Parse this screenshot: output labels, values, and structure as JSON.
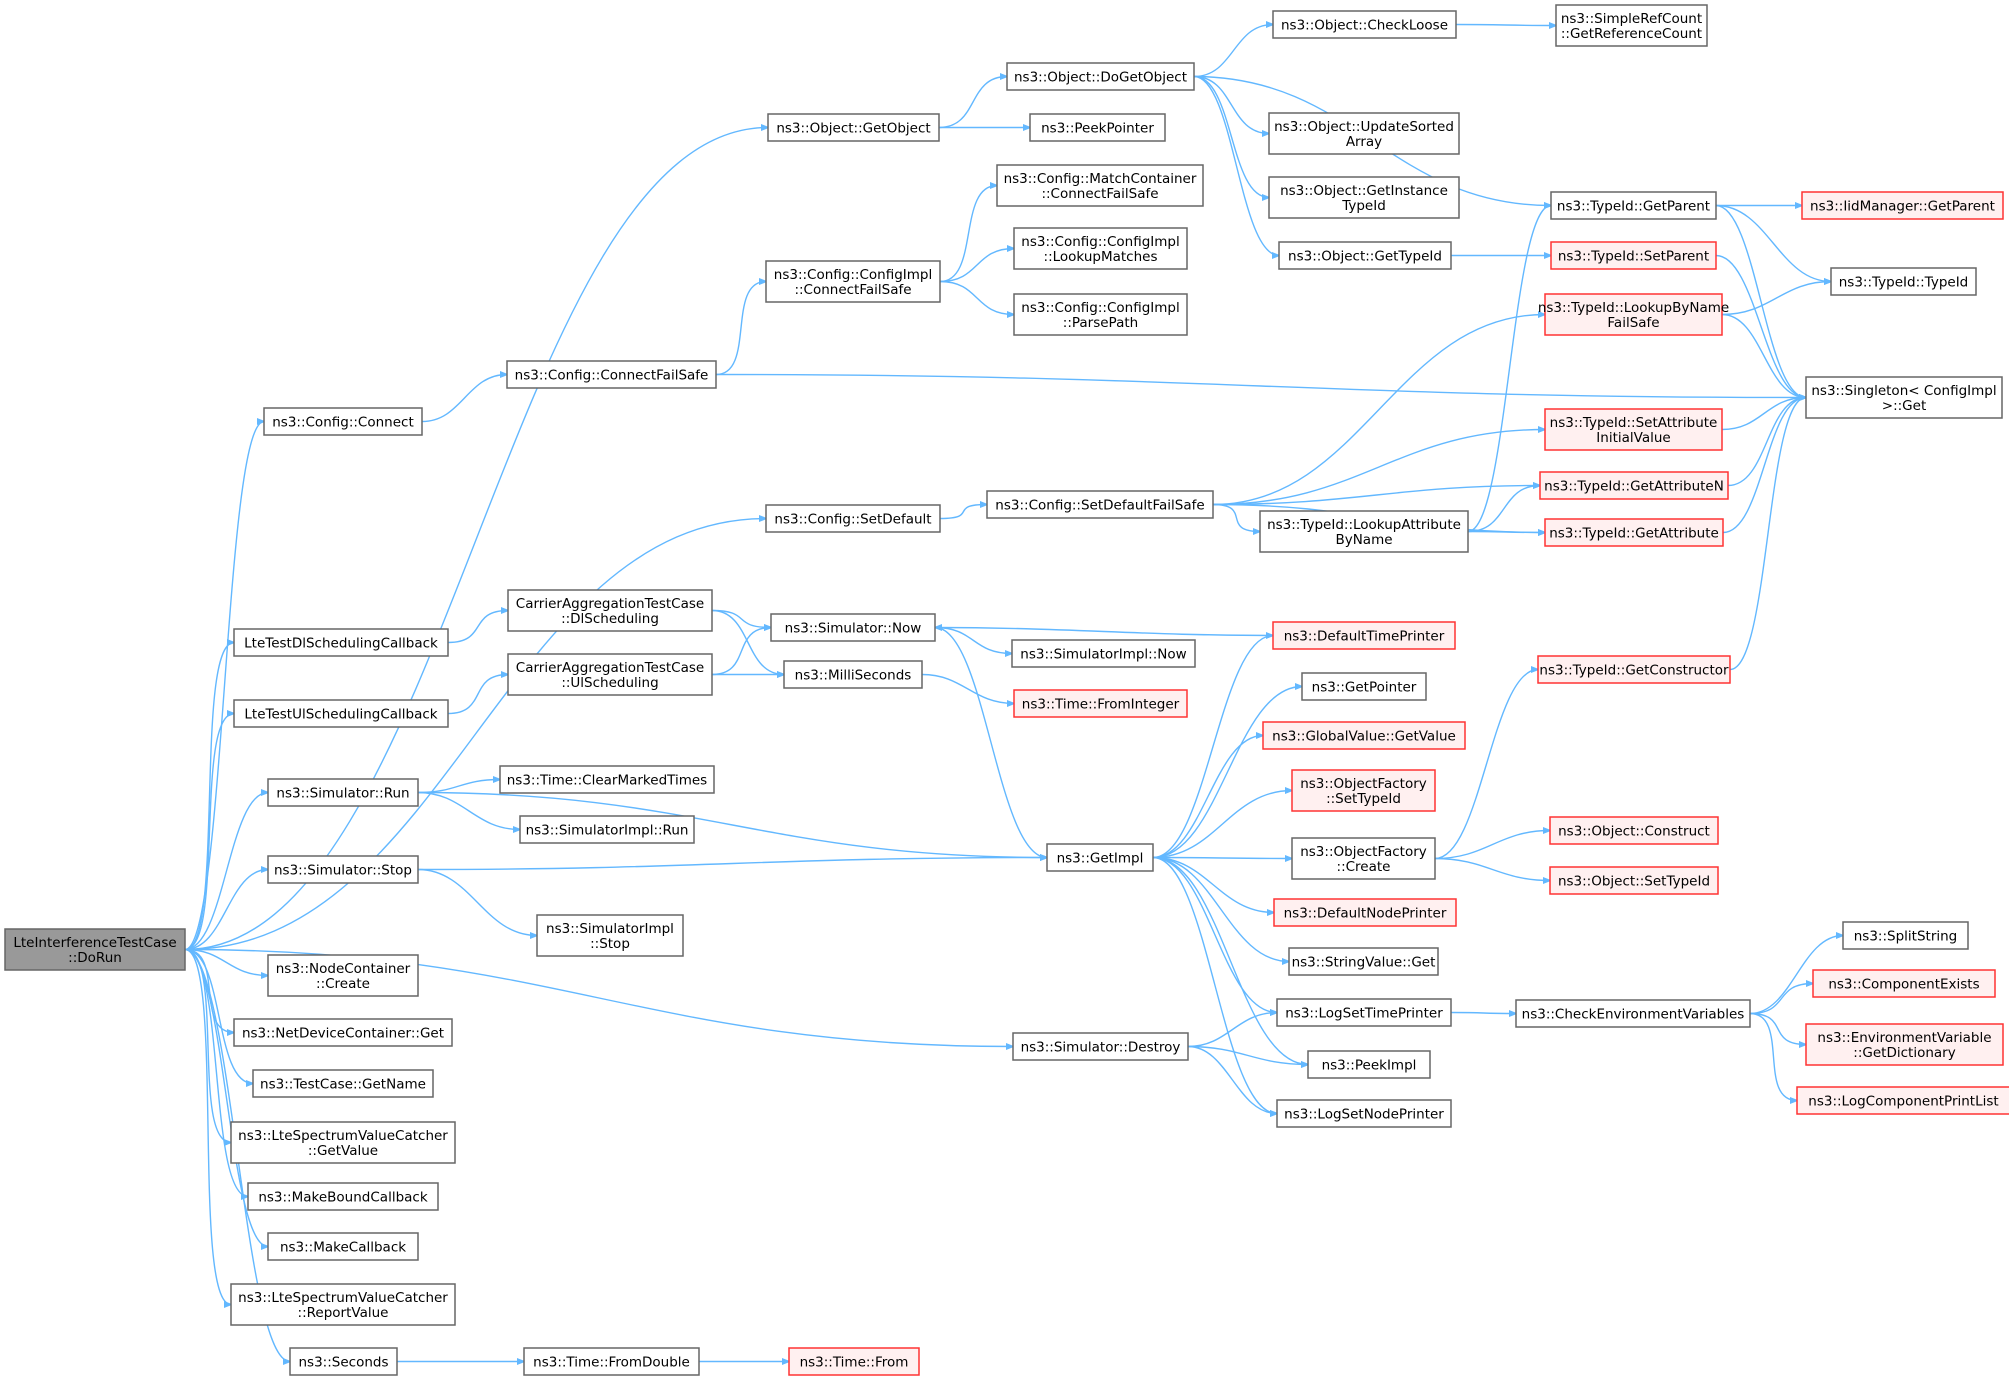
{
  "diagram": {
    "type": "call-graph",
    "colors": {
      "edge": "#63b8ff",
      "node_border": "#666666",
      "root_fill": "#999999",
      "truncated_border": "#ff3333",
      "truncated_fill": "#fff0f0"
    },
    "nodes": [
      {
        "id": "root",
        "lines": [
          "LteInterferenceTestCase",
          "::DoRun"
        ],
        "style": "root"
      },
      {
        "id": "getobject",
        "lines": [
          "ns3::Object::GetObject"
        ],
        "style": "normal"
      },
      {
        "id": "dogetobject",
        "lines": [
          "ns3::Object::DoGetObject"
        ],
        "style": "normal"
      },
      {
        "id": "checkloose",
        "lines": [
          "ns3::Object::CheckLoose"
        ],
        "style": "normal"
      },
      {
        "id": "simplerefcount",
        "lines": [
          "ns3::SimpleRefCount",
          "::GetReferenceCount"
        ],
        "style": "normal"
      },
      {
        "id": "peekpointer",
        "lines": [
          "ns3::PeekPointer"
        ],
        "style": "normal"
      },
      {
        "id": "updatesorted",
        "lines": [
          "ns3::Object::UpdateSorted",
          "Array"
        ],
        "style": "normal"
      },
      {
        "id": "getinstance",
        "lines": [
          "ns3::Object::GetInstance",
          "TypeId"
        ],
        "style": "normal"
      },
      {
        "id": "objgettypeid",
        "lines": [
          "ns3::Object::GetTypeId"
        ],
        "style": "normal"
      },
      {
        "id": "getparent",
        "lines": [
          "ns3::TypeId::GetParent"
        ],
        "style": "normal"
      },
      {
        "id": "iidgetparent",
        "lines": [
          "ns3::IidManager::GetParent"
        ],
        "style": "red"
      },
      {
        "id": "setparent",
        "lines": [
          "ns3::TypeId::SetParent"
        ],
        "style": "red"
      },
      {
        "id": "typeidtypeid",
        "lines": [
          "ns3::TypeId::TypeId"
        ],
        "style": "normal"
      },
      {
        "id": "lookupbynamefs",
        "lines": [
          "ns3::TypeId::LookupByName",
          "FailSafe"
        ],
        "style": "red"
      },
      {
        "id": "singleton",
        "lines": [
          "ns3::Singleton< ConfigImpl",
          " >::Get"
        ],
        "style": "normal"
      },
      {
        "id": "matchcontainer",
        "lines": [
          "ns3::Config::MatchContainer",
          "::ConnectFailSafe"
        ],
        "style": "normal"
      },
      {
        "id": "lookupmatches",
        "lines": [
          "ns3::Config::ConfigImpl",
          "::LookupMatches"
        ],
        "style": "normal"
      },
      {
        "id": "implconnectfs",
        "lines": [
          "ns3::Config::ConfigImpl",
          "::ConnectFailSafe"
        ],
        "style": "normal"
      },
      {
        "id": "parsepath",
        "lines": [
          "ns3::Config::ConfigImpl",
          "::ParsePath"
        ],
        "style": "normal"
      },
      {
        "id": "connectfs",
        "lines": [
          "ns3::Config::ConnectFailSafe"
        ],
        "style": "normal"
      },
      {
        "id": "connect",
        "lines": [
          "ns3::Config::Connect"
        ],
        "style": "normal"
      },
      {
        "id": "setattrinit",
        "lines": [
          "ns3::TypeId::SetAttribute",
          "InitialValue"
        ],
        "style": "red"
      },
      {
        "id": "setdefault",
        "lines": [
          "ns3::Config::SetDefault"
        ],
        "style": "normal"
      },
      {
        "id": "setdefaultfs",
        "lines": [
          "ns3::Config::SetDefaultFailSafe"
        ],
        "style": "normal"
      },
      {
        "id": "getattributen",
        "lines": [
          "ns3::TypeId::GetAttributeN"
        ],
        "style": "red"
      },
      {
        "id": "lookupattr",
        "lines": [
          "ns3::TypeId::LookupAttribute",
          "ByName"
        ],
        "style": "normal"
      },
      {
        "id": "getattribute",
        "lines": [
          "ns3::TypeId::GetAttribute"
        ],
        "style": "red"
      },
      {
        "id": "dlcallback",
        "lines": [
          "LteTestDlSchedulingCallback"
        ],
        "style": "normal"
      },
      {
        "id": "dlsched",
        "lines": [
          "CarrierAggregationTestCase",
          "::DlScheduling"
        ],
        "style": "normal"
      },
      {
        "id": "simnow",
        "lines": [
          "ns3::Simulator::Now"
        ],
        "style": "normal"
      },
      {
        "id": "deftimeprinter",
        "lines": [
          "ns3::DefaultTimePrinter"
        ],
        "style": "red"
      },
      {
        "id": "simimplnow",
        "lines": [
          "ns3::SimulatorImpl::Now"
        ],
        "style": "normal"
      },
      {
        "id": "ulcallback",
        "lines": [
          "LteTestUlSchedulingCallback"
        ],
        "style": "normal"
      },
      {
        "id": "ulsched",
        "lines": [
          "CarrierAggregationTestCase",
          "::UlScheduling"
        ],
        "style": "normal"
      },
      {
        "id": "milliseconds",
        "lines": [
          "ns3::MilliSeconds"
        ],
        "style": "normal"
      },
      {
        "id": "getconstructor",
        "lines": [
          "ns3::TypeId::GetConstructor"
        ],
        "style": "red"
      },
      {
        "id": "getpointer",
        "lines": [
          "ns3::GetPointer"
        ],
        "style": "normal"
      },
      {
        "id": "frominteger",
        "lines": [
          "ns3::Time::FromInteger"
        ],
        "style": "red"
      },
      {
        "id": "globalvalue",
        "lines": [
          "ns3::GlobalValue::GetValue"
        ],
        "style": "red"
      },
      {
        "id": "simrun",
        "lines": [
          "ns3::Simulator::Run"
        ],
        "style": "normal"
      },
      {
        "id": "clearmarked",
        "lines": [
          "ns3::Time::ClearMarkedTimes"
        ],
        "style": "normal"
      },
      {
        "id": "ofsettypeid",
        "lines": [
          "ns3::ObjectFactory",
          "::SetTypeId"
        ],
        "style": "red"
      },
      {
        "id": "simimplrun",
        "lines": [
          "ns3::SimulatorImpl::Run"
        ],
        "style": "normal"
      },
      {
        "id": "getimpl",
        "lines": [
          "ns3::GetImpl"
        ],
        "style": "normal"
      },
      {
        "id": "objconstruct",
        "lines": [
          "ns3::Object::Construct"
        ],
        "style": "red"
      },
      {
        "id": "simstop",
        "lines": [
          "ns3::Simulator::Stop"
        ],
        "style": "normal"
      },
      {
        "id": "ofcreate",
        "lines": [
          "ns3::ObjectFactory",
          "::Create"
        ],
        "style": "normal"
      },
      {
        "id": "objsettypeid",
        "lines": [
          "ns3::Object::SetTypeId"
        ],
        "style": "red"
      },
      {
        "id": "simimplstop",
        "lines": [
          "ns3::SimulatorImpl",
          "::Stop"
        ],
        "style": "normal"
      },
      {
        "id": "defnodeprinter",
        "lines": [
          "ns3::DefaultNodePrinter"
        ],
        "style": "red"
      },
      {
        "id": "splitstring",
        "lines": [
          "ns3::SplitString"
        ],
        "style": "normal"
      },
      {
        "id": "stringvalue",
        "lines": [
          "ns3::StringValue::Get"
        ],
        "style": "normal"
      },
      {
        "id": "nodecontainer",
        "lines": [
          "ns3::NodeContainer",
          "::Create"
        ],
        "style": "normal"
      },
      {
        "id": "componentexists",
        "lines": [
          "ns3::ComponentExists"
        ],
        "style": "red"
      },
      {
        "id": "logsettime",
        "lines": [
          "ns3::LogSetTimePrinter"
        ],
        "style": "normal"
      },
      {
        "id": "checkenv",
        "lines": [
          "ns3::CheckEnvironmentVariables"
        ],
        "style": "normal"
      },
      {
        "id": "netdevice",
        "lines": [
          "ns3::NetDeviceContainer::Get"
        ],
        "style": "normal"
      },
      {
        "id": "simdestroy",
        "lines": [
          "ns3::Simulator::Destroy"
        ],
        "style": "normal"
      },
      {
        "id": "envvar",
        "lines": [
          "ns3::EnvironmentVariable",
          "::GetDictionary"
        ],
        "style": "red"
      },
      {
        "id": "peekimpl",
        "lines": [
          "ns3::PeekImpl"
        ],
        "style": "normal"
      },
      {
        "id": "testcasename",
        "lines": [
          "ns3::TestCase::GetName"
        ],
        "style": "normal"
      },
      {
        "id": "logcomponent",
        "lines": [
          "ns3::LogComponentPrintList"
        ],
        "style": "red"
      },
      {
        "id": "logsetnode",
        "lines": [
          "ns3::LogSetNodePrinter"
        ],
        "style": "normal"
      },
      {
        "id": "spectrumget",
        "lines": [
          "ns3::LteSpectrumValueCatcher",
          "::GetValue"
        ],
        "style": "normal"
      },
      {
        "id": "makebound",
        "lines": [
          "ns3::MakeBoundCallback"
        ],
        "style": "normal"
      },
      {
        "id": "makecallback",
        "lines": [
          "ns3::MakeCallback"
        ],
        "style": "normal"
      },
      {
        "id": "spectrumreport",
        "lines": [
          "ns3::LteSpectrumValueCatcher",
          "::ReportValue"
        ],
        "style": "normal"
      },
      {
        "id": "seconds",
        "lines": [
          "ns3::Seconds"
        ],
        "style": "normal"
      },
      {
        "id": "fromdouble",
        "lines": [
          "ns3::Time::FromDouble"
        ],
        "style": "normal"
      },
      {
        "id": "timefrom",
        "lines": [
          "ns3::Time::From"
        ],
        "style": "red"
      }
    ],
    "edges": [
      [
        "root",
        "getobject"
      ],
      [
        "root",
        "connect"
      ],
      [
        "root",
        "setdefault"
      ],
      [
        "root",
        "dlcallback"
      ],
      [
        "root",
        "ulcallback"
      ],
      [
        "root",
        "simrun"
      ],
      [
        "root",
        "simstop"
      ],
      [
        "root",
        "simdestroy"
      ],
      [
        "root",
        "nodecontainer"
      ],
      [
        "root",
        "netdevice"
      ],
      [
        "root",
        "testcasename"
      ],
      [
        "root",
        "spectrumget"
      ],
      [
        "root",
        "makebound"
      ],
      [
        "root",
        "makecallback"
      ],
      [
        "root",
        "spectrumreport"
      ],
      [
        "root",
        "seconds"
      ],
      [
        "getobject",
        "dogetobject"
      ],
      [
        "getobject",
        "peekpointer"
      ],
      [
        "dogetobject",
        "checkloose"
      ],
      [
        "dogetobject",
        "getparent"
      ],
      [
        "dogetobject",
        "updatesorted"
      ],
      [
        "dogetobject",
        "getinstance"
      ],
      [
        "dogetobject",
        "objgettypeid"
      ],
      [
        "checkloose",
        "simplerefcount"
      ],
      [
        "objgettypeid",
        "setparent"
      ],
      [
        "setparent",
        "singleton"
      ],
      [
        "getparent",
        "iidgetparent"
      ],
      [
        "getparent",
        "typeidtypeid"
      ],
      [
        "getparent",
        "singleton"
      ],
      [
        "connect",
        "connectfs"
      ],
      [
        "connectfs",
        "implconnectfs"
      ],
      [
        "connectfs",
        "singleton"
      ],
      [
        "implconnectfs",
        "matchcontainer"
      ],
      [
        "implconnectfs",
        "lookupmatches"
      ],
      [
        "implconnectfs",
        "parsepath"
      ],
      [
        "setdefault",
        "setdefaultfs"
      ],
      [
        "setdefaultfs",
        "lookupbynamefs"
      ],
      [
        "setdefaultfs",
        "setattrinit"
      ],
      [
        "setdefaultfs",
        "getattributen"
      ],
      [
        "setdefaultfs",
        "lookupattr"
      ],
      [
        "setdefaultfs",
        "getattribute"
      ],
      [
        "lookupattr",
        "getparent"
      ],
      [
        "lookupattr",
        "getattributen"
      ],
      [
        "lookupattr",
        "getattribute"
      ],
      [
        "lookupbynamefs",
        "typeidtypeid"
      ],
      [
        "lookupbynamefs",
        "singleton"
      ],
      [
        "setattrinit",
        "singleton"
      ],
      [
        "getattributen",
        "singleton"
      ],
      [
        "getattribute",
        "singleton"
      ],
      [
        "dlcallback",
        "dlsched"
      ],
      [
        "ulcallback",
        "ulsched"
      ],
      [
        "dlsched",
        "simnow"
      ],
      [
        "dlsched",
        "milliseconds"
      ],
      [
        "ulsched",
        "simnow"
      ],
      [
        "ulsched",
        "milliseconds"
      ],
      [
        "simnow",
        "simimplnow"
      ],
      [
        "simnow",
        "getimpl"
      ],
      [
        "milliseconds",
        "frominteger"
      ],
      [
        "simrun",
        "getimpl"
      ],
      [
        "simrun",
        "clearmarked"
      ],
      [
        "simrun",
        "simimplrun"
      ],
      [
        "simstop",
        "getimpl"
      ],
      [
        "simstop",
        "simimplstop"
      ],
      [
        "simdestroy",
        "logsettime"
      ],
      [
        "simdestroy",
        "peekimpl"
      ],
      [
        "simdestroy",
        "logsetnode"
      ],
      [
        "getimpl",
        "deftimeprinter"
      ],
      [
        "getimpl",
        "getpointer"
      ],
      [
        "getimpl",
        "globalvalue"
      ],
      [
        "getimpl",
        "ofsettypeid"
      ],
      [
        "getimpl",
        "ofcreate"
      ],
      [
        "getimpl",
        "defnodeprinter"
      ],
      [
        "getimpl",
        "stringvalue"
      ],
      [
        "getimpl",
        "logsettime"
      ],
      [
        "getimpl",
        "peekimpl"
      ],
      [
        "getimpl",
        "logsetnode"
      ],
      [
        "deftimeprinter",
        "simnow"
      ],
      [
        "ofcreate",
        "getconstructor"
      ],
      [
        "ofcreate",
        "objconstruct"
      ],
      [
        "ofcreate",
        "objsettypeid"
      ],
      [
        "getconstructor",
        "singleton"
      ],
      [
        "logsettime",
        "checkenv"
      ],
      [
        "checkenv",
        "splitstring"
      ],
      [
        "checkenv",
        "componentexists"
      ],
      [
        "checkenv",
        "envvar"
      ],
      [
        "checkenv",
        "logcomponent"
      ],
      [
        "seconds",
        "fromdouble"
      ],
      [
        "fromdouble",
        "timefrom"
      ]
    ]
  }
}
